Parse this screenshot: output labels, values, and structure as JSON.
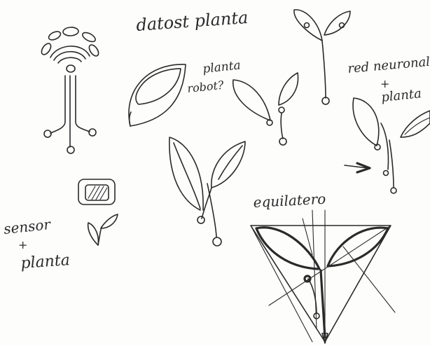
{
  "labels": {
    "datost_planta": "datost planta",
    "planta_robot_line1": "planta",
    "planta_robot_line2": "robot?",
    "red_neuronal_line1": "red neuronal",
    "red_neuronal_line2": "+",
    "red_neuronal_line3": "planta",
    "sensor_line1": "sensor",
    "sensor_line2": "+",
    "sensor_line3": "planta",
    "equilatero": "equilatero"
  },
  "colors": {
    "ink": "#2a2a2a",
    "paper": "#fdfdfc"
  }
}
